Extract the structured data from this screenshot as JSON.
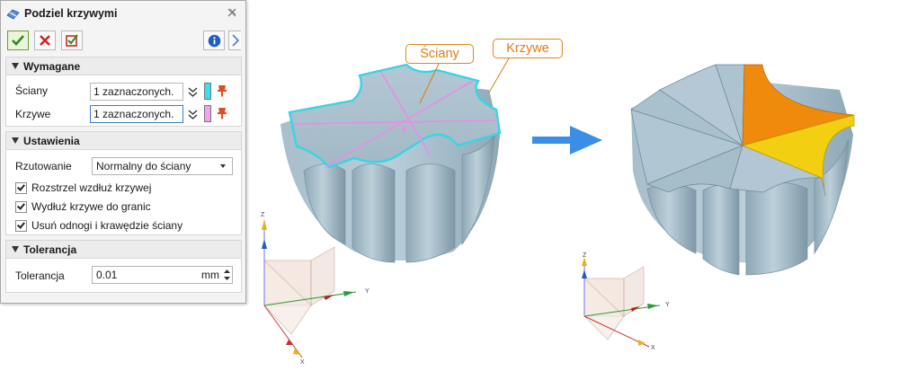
{
  "dialog": {
    "title": "Podziel krzywymi",
    "icons": {
      "title": "split-faces-icon",
      "close": "close-icon",
      "ok": "check-icon",
      "cancel": "x-icon",
      "apply": "apply-icon",
      "info": "info-icon",
      "more": "more-icon"
    },
    "sections": {
      "required": {
        "title": "Wymagane",
        "walls_label": "Ściany",
        "walls_value": "1 zaznaczonych.",
        "curves_label": "Krzywe",
        "curves_value": "1 zaznaczonych.",
        "walls_color": "#35e1ee",
        "curves_color": "#f0a3ee"
      },
      "settings": {
        "title": "Ustawienia",
        "projection_label": "Rzutowanie",
        "projection_value": "Normalny do ściany",
        "options": [
          {
            "label": "Rozstrzel wzdłuż krzywej",
            "checked": true
          },
          {
            "label": "Wydłuż krzywe do granic",
            "checked": true
          },
          {
            "label": "Usuń odnogi i krawędzie ściany",
            "checked": true
          }
        ]
      },
      "tolerance": {
        "title": "Tolerancja",
        "label": "Tolerancja",
        "value": "0.01",
        "unit": "mm"
      }
    }
  },
  "viewport": {
    "callout_walls": "Ściany",
    "callout_curves": "Krzywe",
    "colors": {
      "model": "#a7bfcc",
      "model_dark": "#7d98a8",
      "highlight_cyan": "#35d6e6",
      "highlight_pink": "#e88ee6",
      "split_orange": "#ef8a0c",
      "split_yellow": "#f2cf10",
      "arrow": "#3a8ee6"
    },
    "axes_left": {
      "z": "Z",
      "y": "Y",
      "x": "X"
    },
    "axes_right": {
      "z": "Z",
      "y": "Y",
      "x": "X"
    }
  }
}
